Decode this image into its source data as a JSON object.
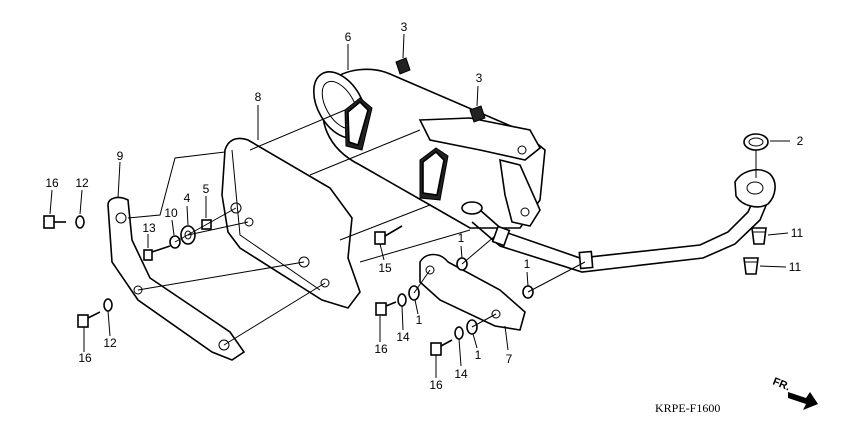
{
  "diagram": {
    "code": "KRPE-F1600",
    "direction_label": "FR.",
    "callouts": [
      {
        "id": "c1a",
        "label": "1"
      },
      {
        "id": "c1b",
        "label": "1"
      },
      {
        "id": "c1c",
        "label": "1"
      },
      {
        "id": "c1d",
        "label": "1"
      },
      {
        "id": "c2",
        "label": "2"
      },
      {
        "id": "c3a",
        "label": "3"
      },
      {
        "id": "c3b",
        "label": "3"
      },
      {
        "id": "c4",
        "label": "4"
      },
      {
        "id": "c5",
        "label": "5"
      },
      {
        "id": "c6",
        "label": "6"
      },
      {
        "id": "c7",
        "label": "7"
      },
      {
        "id": "c8",
        "label": "8"
      },
      {
        "id": "c9",
        "label": "9"
      },
      {
        "id": "c10",
        "label": "10"
      },
      {
        "id": "c11a",
        "label": "11"
      },
      {
        "id": "c11b",
        "label": "11"
      },
      {
        "id": "c12a",
        "label": "12"
      },
      {
        "id": "c12b",
        "label": "12"
      },
      {
        "id": "c13",
        "label": "13"
      },
      {
        "id": "c14a",
        "label": "14"
      },
      {
        "id": "c14b",
        "label": "14"
      },
      {
        "id": "c15",
        "label": "15"
      },
      {
        "id": "c16a",
        "label": "16"
      },
      {
        "id": "c16b",
        "label": "16"
      },
      {
        "id": "c16c",
        "label": "16"
      },
      {
        "id": "c16d",
        "label": "16"
      }
    ]
  }
}
